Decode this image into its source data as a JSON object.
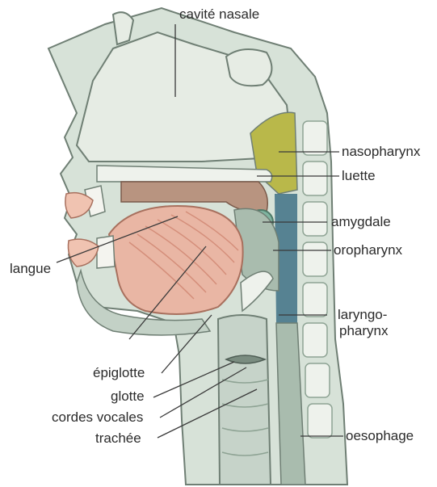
{
  "labels": {
    "cavite_nasale": "cavité nasale",
    "nasopharynx": "nasopharynx",
    "luette": "luette",
    "amygdale": "amygdale",
    "oropharynx": "oropharynx",
    "laryngo_line1": "laryngo-",
    "laryngo_line2": "pharynx",
    "langue": "langue",
    "epiglotte": "épiglotte",
    "glotte": "glotte",
    "cordes_vocales": "cordes vocales",
    "trachee": "trachée",
    "oesophage": "oesophage"
  },
  "colors": {
    "background": "#ffffff",
    "tissue": "#d7e2d8",
    "tissue_dark": "#a9bcae",
    "outline": "#6f7f74",
    "tongue": "#e9b6a4",
    "tongue_stripe": "#d48e7a",
    "palate": "#b89480",
    "nasopharynx": "#b9b84a",
    "amygdale": "#7fb4a0",
    "pharynx_blue": "#3f7186",
    "lips": "#f0c3b1",
    "label_text": "#2b2b2b",
    "leader_line": "#3a3a3a"
  }
}
